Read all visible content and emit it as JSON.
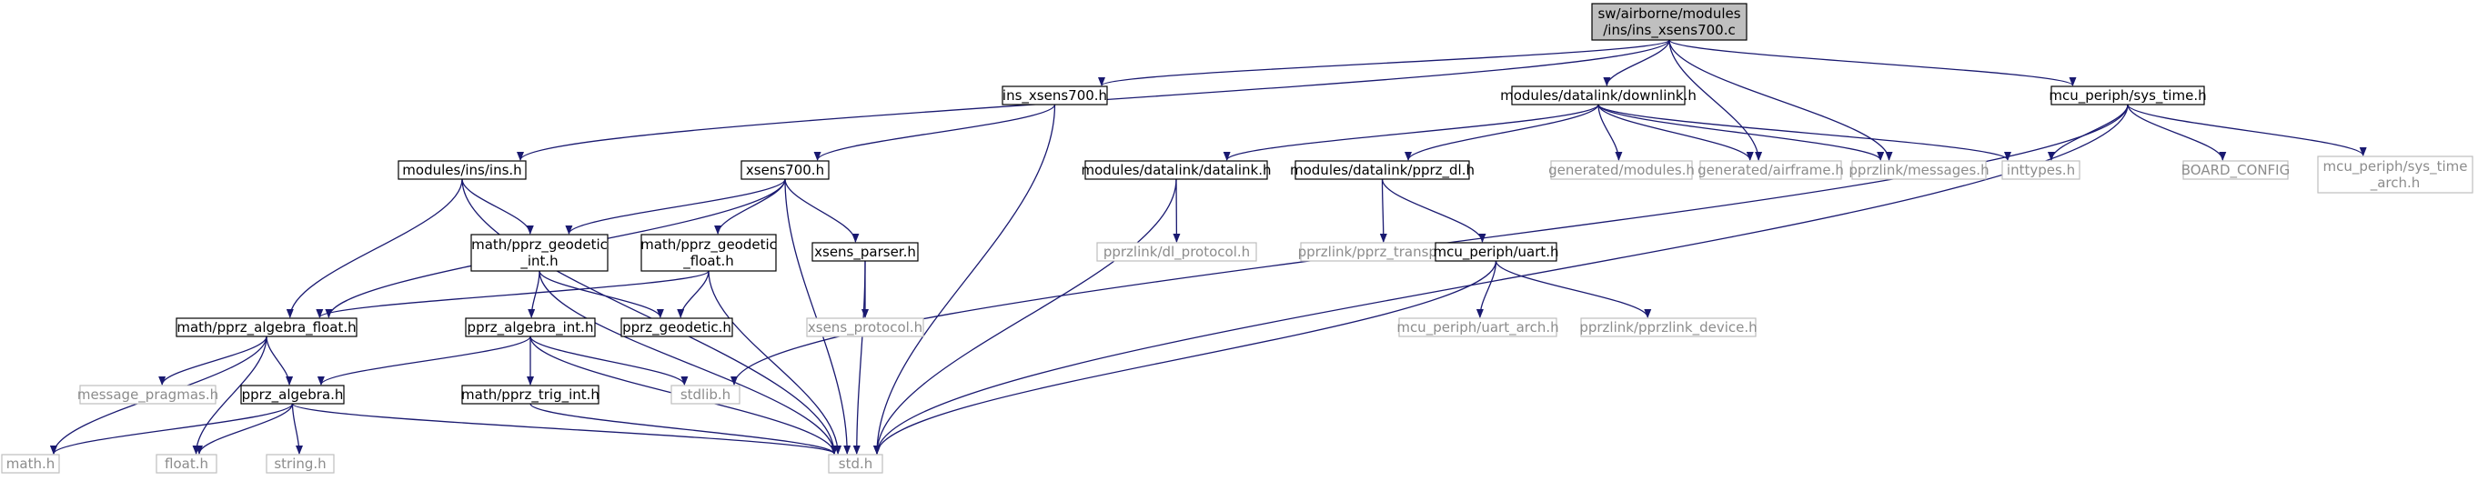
{
  "colors": {
    "edge": "#191970",
    "root_fill": "#bfbfbf",
    "node_border": "#000000",
    "external_border": "#bfbfbf",
    "text": "#000000",
    "external_text": "#8c8c8c"
  },
  "nodes": [
    {
      "id": "root",
      "lines": [
        "sw/airborne/modules",
        "/ins/ins_xsens700.c"
      ],
      "kind": "root"
    },
    {
      "id": "ins_xsens700_h",
      "lines": [
        "ins_xsens700.h"
      ],
      "kind": "internal"
    },
    {
      "id": "downlink_h",
      "lines": [
        "modules/datalink/downlink.h"
      ],
      "kind": "internal"
    },
    {
      "id": "sys_time_h",
      "lines": [
        "mcu_periph/sys_time.h"
      ],
      "kind": "internal"
    },
    {
      "id": "ins_h",
      "lines": [
        "modules/ins/ins.h"
      ],
      "kind": "internal"
    },
    {
      "id": "xsens700_h",
      "lines": [
        "xsens700.h"
      ],
      "kind": "internal"
    },
    {
      "id": "datalink_h",
      "lines": [
        "modules/datalink/datalink.h"
      ],
      "kind": "internal"
    },
    {
      "id": "pprz_dl_h",
      "lines": [
        "modules/datalink/pprz_dl.h"
      ],
      "kind": "internal"
    },
    {
      "id": "generated_modules_h",
      "lines": [
        "generated/modules.h"
      ],
      "kind": "external"
    },
    {
      "id": "generated_airframe_h",
      "lines": [
        "generated/airframe.h"
      ],
      "kind": "external"
    },
    {
      "id": "pprzlink_messages_h",
      "lines": [
        "pprzlink/messages.h"
      ],
      "kind": "external"
    },
    {
      "id": "inttypes_h",
      "lines": [
        "inttypes.h"
      ],
      "kind": "external"
    },
    {
      "id": "board_config",
      "lines": [
        "BOARD_CONFIG"
      ],
      "kind": "external"
    },
    {
      "id": "sys_time_arch_h",
      "lines": [
        "mcu_periph/sys_time",
        "_arch.h"
      ],
      "kind": "external"
    },
    {
      "id": "pprz_geodetic_int_h",
      "lines": [
        "math/pprz_geodetic",
        "_int.h"
      ],
      "kind": "internal"
    },
    {
      "id": "pprz_geodetic_float_h",
      "lines": [
        "math/pprz_geodetic",
        "_float.h"
      ],
      "kind": "internal"
    },
    {
      "id": "xsens_parser_h",
      "lines": [
        "xsens_parser.h"
      ],
      "kind": "internal"
    },
    {
      "id": "dl_protocol_h",
      "lines": [
        "pprzlink/dl_protocol.h"
      ],
      "kind": "external"
    },
    {
      "id": "pprz_transport_h",
      "lines": [
        "pprzlink/pprz_transport.h"
      ],
      "kind": "external"
    },
    {
      "id": "uart_h",
      "lines": [
        "mcu_periph/uart.h"
      ],
      "kind": "internal"
    },
    {
      "id": "pprz_algebra_float_h",
      "lines": [
        "math/pprz_algebra_float.h"
      ],
      "kind": "internal"
    },
    {
      "id": "pprz_algebra_int_h",
      "lines": [
        "pprz_algebra_int.h"
      ],
      "kind": "internal"
    },
    {
      "id": "pprz_geodetic_h",
      "lines": [
        "pprz_geodetic.h"
      ],
      "kind": "internal"
    },
    {
      "id": "xsens_protocol_h",
      "lines": [
        "xsens_protocol.h"
      ],
      "kind": "external"
    },
    {
      "id": "uart_arch_h",
      "lines": [
        "mcu_periph/uart_arch.h"
      ],
      "kind": "external"
    },
    {
      "id": "pprzlink_device_h",
      "lines": [
        "pprzlink/pprzlink_device.h"
      ],
      "kind": "external"
    },
    {
      "id": "message_pragmas_h",
      "lines": [
        "message_pragmas.h"
      ],
      "kind": "external"
    },
    {
      "id": "pprz_algebra_h",
      "lines": [
        "pprz_algebra.h"
      ],
      "kind": "internal"
    },
    {
      "id": "stdlib_h",
      "lines": [
        "stdlib.h"
      ],
      "kind": "external"
    },
    {
      "id": "pprz_trig_int_h",
      "lines": [
        "math/pprz_trig_int.h"
      ],
      "kind": "internal"
    },
    {
      "id": "math_h",
      "lines": [
        "math.h"
      ],
      "kind": "external"
    },
    {
      "id": "float_h",
      "lines": [
        "float.h"
      ],
      "kind": "external"
    },
    {
      "id": "string_h",
      "lines": [
        "string.h"
      ],
      "kind": "external"
    },
    {
      "id": "std_h",
      "lines": [
        "std.h"
      ],
      "kind": "external"
    }
  ],
  "edges": [
    [
      "root",
      "ins_h"
    ],
    [
      "root",
      "ins_xsens700_h"
    ],
    [
      "root",
      "downlink_h"
    ],
    [
      "root",
      "generated_airframe_h"
    ],
    [
      "root",
      "pprzlink_messages_h"
    ],
    [
      "root",
      "sys_time_h"
    ],
    [
      "ins_xsens700_h",
      "xsens700_h"
    ],
    [
      "ins_xsens700_h",
      "std_h"
    ],
    [
      "downlink_h",
      "datalink_h"
    ],
    [
      "downlink_h",
      "pprz_dl_h"
    ],
    [
      "downlink_h",
      "generated_modules_h"
    ],
    [
      "downlink_h",
      "generated_airframe_h"
    ],
    [
      "downlink_h",
      "pprzlink_messages_h"
    ],
    [
      "downlink_h",
      "inttypes_h"
    ],
    [
      "sys_time_h",
      "inttypes_h"
    ],
    [
      "sys_time_h",
      "board_config"
    ],
    [
      "sys_time_h",
      "sys_time_arch_h"
    ],
    [
      "sys_time_h",
      "stdlib_h"
    ],
    [
      "sys_time_h",
      "std_h"
    ],
    [
      "ins_h",
      "pprz_geodetic_int_h"
    ],
    [
      "ins_h",
      "pprz_algebra_float_h"
    ],
    [
      "ins_h",
      "std_h"
    ],
    [
      "xsens700_h",
      "pprz_geodetic_int_h"
    ],
    [
      "xsens700_h",
      "pprz_geodetic_float_h"
    ],
    [
      "xsens700_h",
      "xsens_parser_h"
    ],
    [
      "xsens700_h",
      "pprz_algebra_float_h"
    ],
    [
      "xsens700_h",
      "std_h"
    ],
    [
      "datalink_h",
      "dl_protocol_h"
    ],
    [
      "datalink_h",
      "std_h"
    ],
    [
      "pprz_dl_h",
      "pprz_transport_h"
    ],
    [
      "pprz_dl_h",
      "uart_h"
    ],
    [
      "uart_h",
      "uart_arch_h"
    ],
    [
      "uart_h",
      "pprzlink_device_h"
    ],
    [
      "uart_h",
      "std_h"
    ],
    [
      "pprz_geodetic_int_h",
      "pprz_geodetic_h"
    ],
    [
      "pprz_geodetic_int_h",
      "pprz_algebra_int_h"
    ],
    [
      "pprz_geodetic_int_h",
      "std_h"
    ],
    [
      "pprz_geodetic_float_h",
      "pprz_geodetic_h"
    ],
    [
      "pprz_geodetic_float_h",
      "pprz_algebra_float_h"
    ],
    [
      "pprz_geodetic_float_h",
      "std_h"
    ],
    [
      "xsens_parser_h",
      "xsens_protocol_h"
    ],
    [
      "xsens_parser_h",
      "std_h"
    ],
    [
      "pprz_algebra_float_h",
      "pprz_algebra_h"
    ],
    [
      "pprz_algebra_float_h",
      "message_pragmas_h"
    ],
    [
      "pprz_algebra_float_h",
      "math_h"
    ],
    [
      "pprz_algebra_float_h",
      "float_h"
    ],
    [
      "pprz_algebra_int_h",
      "pprz_algebra_h"
    ],
    [
      "pprz_algebra_int_h",
      "pprz_trig_int_h"
    ],
    [
      "pprz_algebra_int_h",
      "stdlib_h"
    ],
    [
      "pprz_algebra_int_h",
      "std_h"
    ],
    [
      "pprz_algebra_h",
      "math_h"
    ],
    [
      "pprz_algebra_h",
      "float_h"
    ],
    [
      "pprz_algebra_h",
      "string_h"
    ],
    [
      "pprz_algebra_h",
      "std_h"
    ],
    [
      "pprz_trig_int_h",
      "std_h"
    ]
  ]
}
